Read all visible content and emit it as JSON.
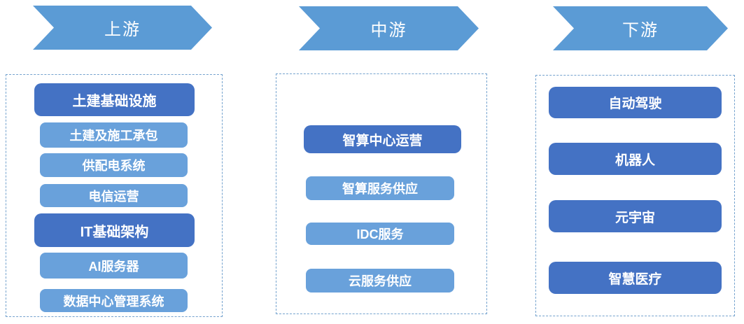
{
  "diagram": {
    "type": "industry-chain",
    "colors": {
      "header_arrow": "#5B9BD5",
      "node_emphasis": "#4472C4",
      "node_regular": "#69A1DB",
      "dashed_border": "#74A2CE",
      "text": "#FFFFFF",
      "background": "#FFFFFF"
    },
    "columns": [
      {
        "header": "上游",
        "items": [
          {
            "label": "土建基础设施",
            "emphasis": true
          },
          {
            "label": "土建及施工承包",
            "emphasis": false
          },
          {
            "label": "供配电系统",
            "emphasis": false
          },
          {
            "label": "电信运营",
            "emphasis": false
          },
          {
            "label": "IT基础架构",
            "emphasis": true
          },
          {
            "label": "AI服务器",
            "emphasis": false
          },
          {
            "label": "数据中心管理系统",
            "emphasis": false
          }
        ]
      },
      {
        "header": "中游",
        "items": [
          {
            "label": "智算中心运营",
            "emphasis": true
          },
          {
            "label": "智算服务供应",
            "emphasis": false
          },
          {
            "label": "IDC服务",
            "emphasis": false
          },
          {
            "label": "云服务供应",
            "emphasis": false
          }
        ]
      },
      {
        "header": "下游",
        "items": [
          {
            "label": "自动驾驶",
            "emphasis": true
          },
          {
            "label": "机器人",
            "emphasis": true
          },
          {
            "label": "元宇宙",
            "emphasis": true
          },
          {
            "label": "智慧医疗",
            "emphasis": true
          }
        ]
      }
    ]
  }
}
